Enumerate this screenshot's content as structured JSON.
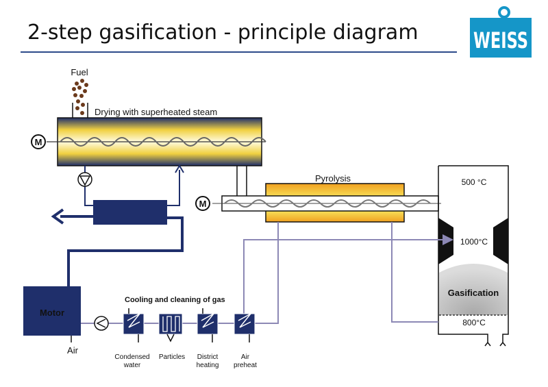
{
  "title": "2-step gasification - principle diagram",
  "logo_text": "WEISS",
  "colors": {
    "pipe": "#1f2f6b",
    "gas": "#8c88b5",
    "heat_yellow": "#f6e24a",
    "heat_orange": "#f0a020",
    "logo": "#1596c8",
    "char": "#c4c4c4"
  },
  "labels": {
    "fuel": "Fuel",
    "drying": "Drying with superheated steam",
    "pyrolysis": "Pyrolysis",
    "temp_500": "500 °C",
    "temp_1000": "1000°C",
    "gasification": "Gasification",
    "temp_800": "800°C",
    "motor": "Motor",
    "air": "Air",
    "cooling": "Cooling and cleaning of gas",
    "condensed_1": "Condensed",
    "condensed_2": "water",
    "particles": "Particles",
    "district_1": "District",
    "district_2": "heating",
    "airpre_1": "Air",
    "airpre_2": "preheat",
    "m_symbol": "M"
  }
}
